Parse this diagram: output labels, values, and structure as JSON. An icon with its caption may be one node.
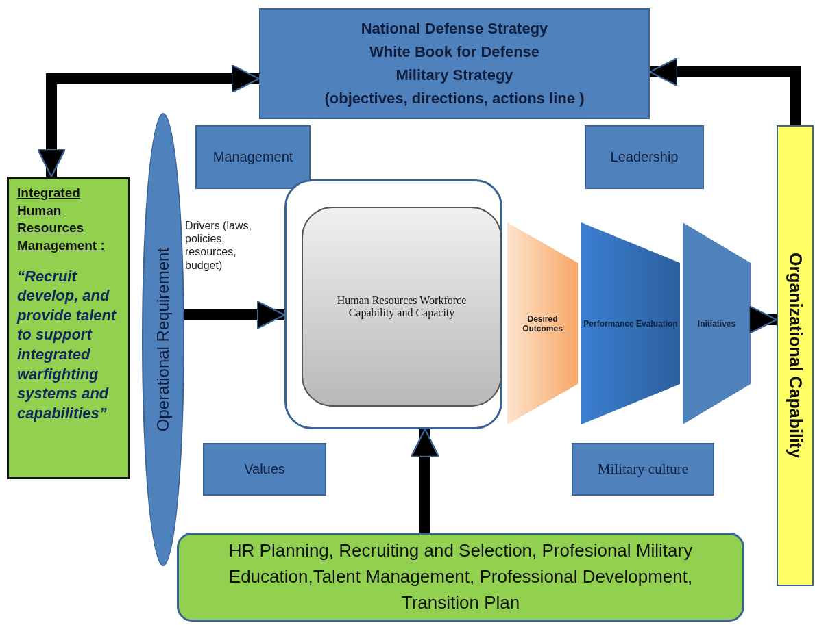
{
  "diagram": {
    "nodes": [
      {
        "text": [
          "National Defense Strategy",
          "White Book for Defense",
          "Military Strategy",
          "(objectives, directions, actions line )"
        ]
      },
      {
        "text": [
          "Management"
        ]
      },
      {
        "text": [
          "Leadership"
        ]
      },
      {
        "text": [
          "Integrated Human Resources Management :",
          "“Recruit develop, and provide talent to support integrated warfighting systems and capabilities”"
        ]
      },
      {
        "text": [
          "Operational Requirement"
        ]
      },
      {
        "text": [
          "Drivers (laws, policies, resources, budget)"
        ]
      },
      {
        "text": [],
        "shape": "box"
      },
      {
        "text": [
          "Human Resources Workforce Capability and Capacity"
        ],
        "in": 6
      },
      {
        "text": [
          "Desired Outcomes"
        ]
      },
      {
        "text": [
          "Performance Evaluation"
        ]
      },
      {
        "text": [
          "Initiatives"
        ]
      },
      {
        "text": [
          "Organizational Capability"
        ]
      },
      {
        "text": [
          "Values"
        ]
      },
      {
        "text": [
          "Military culture"
        ]
      },
      {
        "text": [
          "HR Planning, Recruiting and Selection, Profesional Military Education,Talent Management, Professional Development, Transition Plan"
        ]
      }
    ],
    "edges": [
      {
        "from": 3,
        "to": 0,
        "arrow": "both"
      },
      {
        "from": 11,
        "to": 0,
        "arrow": "to"
      },
      {
        "from": 4,
        "to": 6,
        "arrow": "to"
      },
      {
        "from": 10,
        "to": 11,
        "arrow": "to"
      },
      {
        "from": 14,
        "to": 6,
        "arrow": "to"
      }
    ]
  }
}
